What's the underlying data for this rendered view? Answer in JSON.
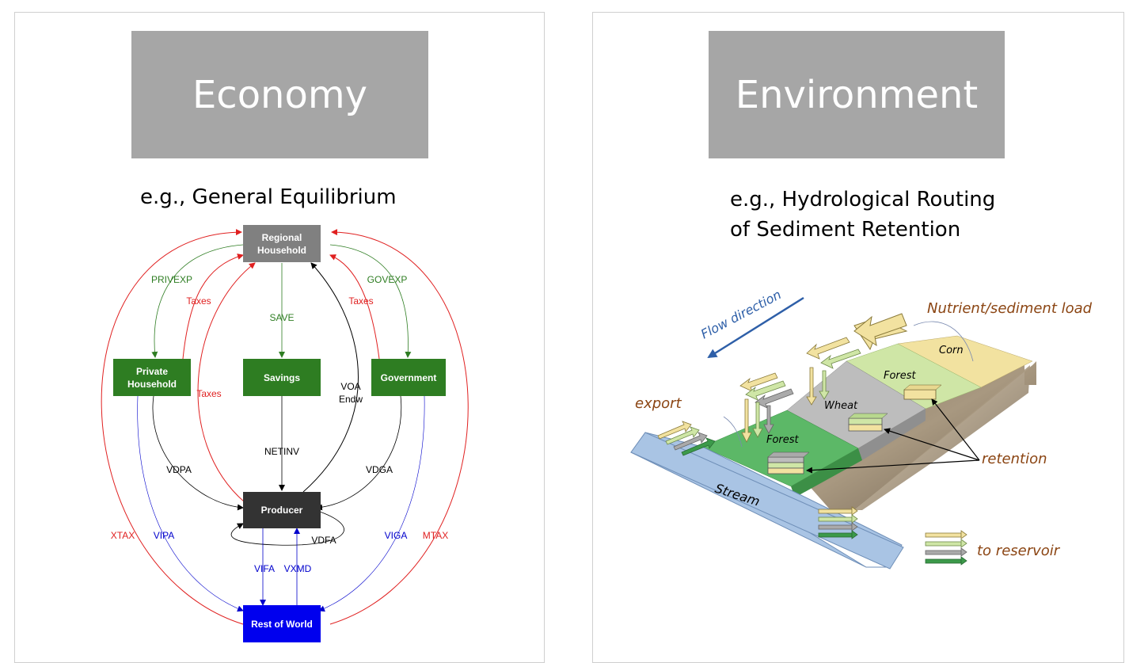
{
  "economy": {
    "title": "Economy",
    "subtitle": "e.g., General Equilibrium",
    "nodes": {
      "regional_household": [
        "Regional",
        "Household"
      ],
      "private_household": [
        "Private",
        "Household"
      ],
      "savings": "Savings",
      "government": "Government",
      "producer": "Producer",
      "rest_of_world": "Rest of World"
    },
    "edges": {
      "privexp": "PRIVEXP",
      "govexp": "GOVEXP",
      "taxes_left": "Taxes",
      "taxes_right": "Taxes",
      "taxes_mid": "Taxes",
      "save": "SAVE",
      "voa": "VOA",
      "endw": "Endw",
      "netinv": "NETINV",
      "vdpa": "VDPA",
      "vdga": "VDGA",
      "vdfa": "VDFA",
      "vifa": "VIFA",
      "vxmd": "VXMD",
      "vipa": "VIPA",
      "viga": "VIGA",
      "xtax": "XTAX",
      "mtax": "MTAX"
    },
    "colors": {
      "regional_household": "#808080",
      "private_household": "#2e7d22",
      "savings": "#2e7d22",
      "government": "#2e7d22",
      "producer": "#333333",
      "rest_of_world": "#0000ee",
      "tax_edges": "#e02020",
      "expenditure_edges": "#2e7d22",
      "import_edges": "#0000cc"
    }
  },
  "environment": {
    "title": "Environment",
    "subtitle_lines": [
      "e.g., Hydrological Routing",
      "of Sediment Retention"
    ],
    "labels": {
      "flow_direction": "Flow direction",
      "nutrient_load": "Nutrient/sediment load",
      "corn": "Corn",
      "forest_upper": "Forest",
      "wheat": "Wheat",
      "forest_lower": "Forest",
      "export": "export",
      "retention": "retention",
      "stream": "Stream",
      "to_reservoir": "to reservoir"
    },
    "colors": {
      "corn": "#f2e2a0",
      "forest_upper": "#cfe6a6",
      "wheat": "#bdbdbd",
      "forest_lower": "#5cb867",
      "stream": "#a9c4e4",
      "label_brown": "#8b4513",
      "flow_blue": "#2e5fa8"
    }
  }
}
